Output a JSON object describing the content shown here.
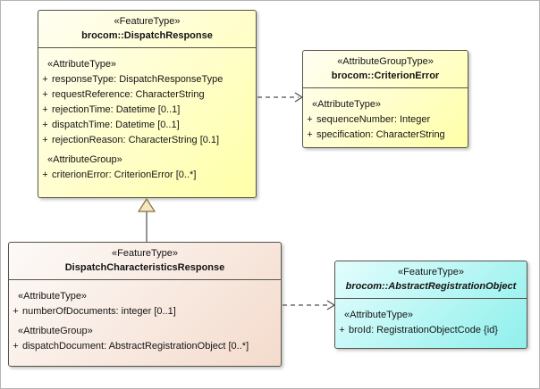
{
  "symbols": {
    "plus": "+"
  },
  "boxes": {
    "dispatchResponse": {
      "stereotype": "«FeatureType»",
      "name": "brocom::DispatchResponse",
      "sections": [
        {
          "label": "«AttributeType»",
          "attrs": [
            "responseType: DispatchResponseType",
            "requestReference: CharacterString",
            "rejectionTime: Datetime [0..1]",
            "dispatchTime: Datetime [0..1]",
            "rejectionReason: CharacterString [0.1]"
          ]
        },
        {
          "label": "«AttributeGroup»",
          "attrs": [
            "criterionError: CriterionError [0..*]"
          ]
        }
      ]
    },
    "criterionError": {
      "stereotype": "«AttributeGroupType»",
      "name": "brocom::CriterionError",
      "sections": [
        {
          "label": "«AttributeType»",
          "attrs": [
            "sequenceNumber: Integer",
            "specification: CharacterString"
          ]
        }
      ]
    },
    "dispatchCharacteristicsResponse": {
      "stereotype": "«FeatureType»",
      "name": "DispatchCharacteristicsResponse",
      "sections": [
        {
          "label": "«AttributeType»",
          "attrs": [
            "numberOfDocuments: integer [0..1]"
          ]
        },
        {
          "label": "«AttributeGroup»",
          "attrs": [
            "dispatchDocument: AbstractRegistrationObject [0..*]"
          ]
        }
      ]
    },
    "abstractRegistrationObject": {
      "stereotype": "«FeatureType»",
      "name": "brocom::AbstractRegistrationObject",
      "sections": [
        {
          "label": "«AttributeType»",
          "attrs": [
            "broId: RegistrationObjectCode {id}"
          ]
        }
      ]
    }
  },
  "connectors": [
    {
      "type": "dependency",
      "from": "brocom::DispatchResponse",
      "to": "brocom::CriterionError",
      "style": "dashed-open-arrow"
    },
    {
      "type": "generalization",
      "from": "DispatchCharacteristicsResponse",
      "to": "brocom::DispatchResponse",
      "style": "solid-hollow-triangle"
    },
    {
      "type": "dependency",
      "from": "DispatchCharacteristicsResponse",
      "to": "brocom::AbstractRegistrationObject",
      "style": "dashed-open-arrow"
    }
  ],
  "colors": {
    "yellow_fill": "#ffffa8",
    "pink_fill": "#f4dbcc",
    "cyan_fill": "#90f0ec",
    "box_border": "#55554b",
    "connector_line": "#4c4c4c",
    "triangle_fill": "#f5e7c0",
    "triangle_border": "#8a6d3b"
  }
}
